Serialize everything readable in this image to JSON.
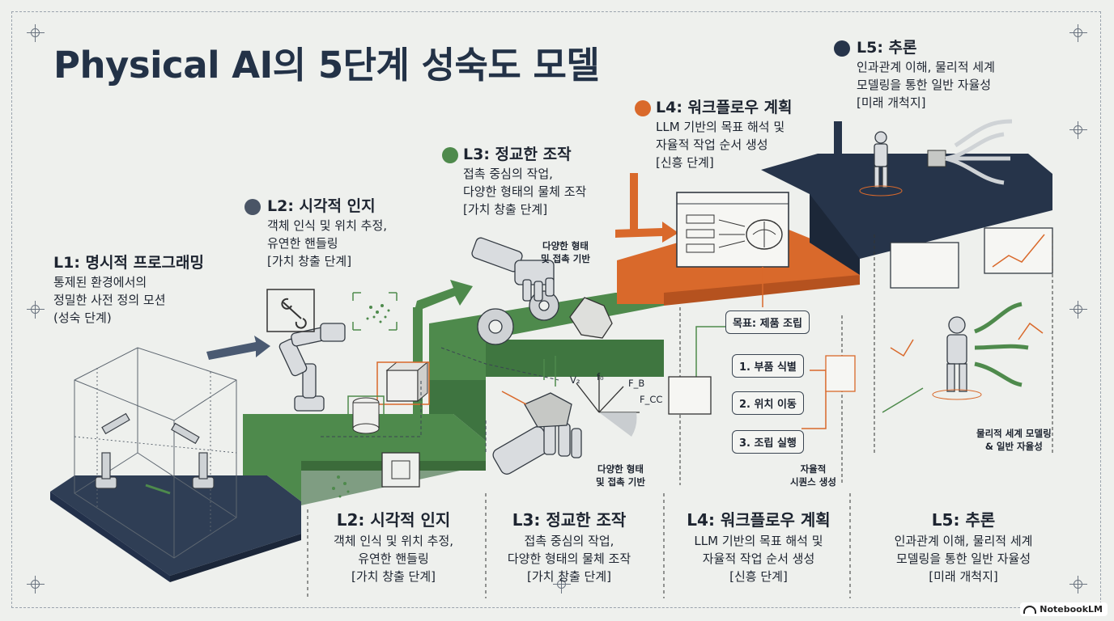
{
  "title": "Physical AI의 5단계 성숙도 모델",
  "levels": {
    "l1": {
      "heading": "L1: 명시적 프로그래밍",
      "line1": "통제된 환경에서의",
      "line2": "정밀한 사전 정의 모션",
      "line3": "(성숙 단계)"
    },
    "l2": {
      "heading": "L2: 시각적 인지",
      "line1": "객체 인식 및 위치 추정,",
      "line2": "유연한 핸들링",
      "line3": "[가치 창출 단계]"
    },
    "l3": {
      "heading": "L3: 정교한 조작",
      "line1": "접촉 중심의 작업,",
      "line2": "다양한 형태의 물체 조작",
      "line3": "[가치 창출 단계]"
    },
    "l4": {
      "heading": "L4: 워크플로우 계획",
      "line1": "LLM 기반의 목표 해석 및",
      "line2": "자율적 작업 순서 생성",
      "line3": "[신흥 단계]"
    },
    "l5": {
      "heading": "L5: 추론",
      "line1": "인과관계 이해, 물리적 세계",
      "line2": "모델링을 통한 일반 자율성",
      "line3": "[미래 개척지]"
    }
  },
  "bottom": {
    "l2": {
      "heading": "L2: 시각적 인지",
      "line1": "객체 인식 및 위치 추정,",
      "line2": "유연한 핸들링",
      "line3": "[가치 창출 단계]"
    },
    "l3": {
      "heading": "L3: 정교한 조작",
      "line1": "접촉 중심의 작업,",
      "line2": "다양한 형태의 물체 조작",
      "line3": "[가치 창출 단계]"
    },
    "l4": {
      "heading": "L4: 워크플로우 계획",
      "line1": "LLM 기반의 목표 해석 및",
      "line2": "자율적 작업 순서 생성",
      "line3": "[신흥 단계]"
    },
    "l5": {
      "heading": "L5: 추론",
      "line1": "인과관계 이해, 물리적 세계",
      "line2": "모델링을 통한 일반 자율성",
      "line3": "[미래 개척지]"
    }
  },
  "annotations": {
    "contact_top_1": "다양한 형태",
    "contact_top_2": "및 접촉 기반",
    "contact_bottom_1": "다양한 형태",
    "contact_bottom_2": "및 접촉 기반",
    "goal": "목표: 제품 조립",
    "step1": "1. 부품 식별",
    "step2": "2. 위치 이동",
    "step3": "3. 조립 실행",
    "seq_1": "자율적",
    "seq_2": "시퀀스 생성",
    "world_1": "물리적 세계 모델링",
    "world_2": "& 일반 자율성"
  },
  "force_labels": {
    "f0": "f₀",
    "fb": "F_B",
    "fcc": "F_CC",
    "vx": "V₂"
  },
  "colors": {
    "navy": "#2f3e55",
    "green": "#4e8a4c",
    "orange": "#d9692b",
    "dark": "#26344a"
  },
  "brand": "NotebookLM"
}
